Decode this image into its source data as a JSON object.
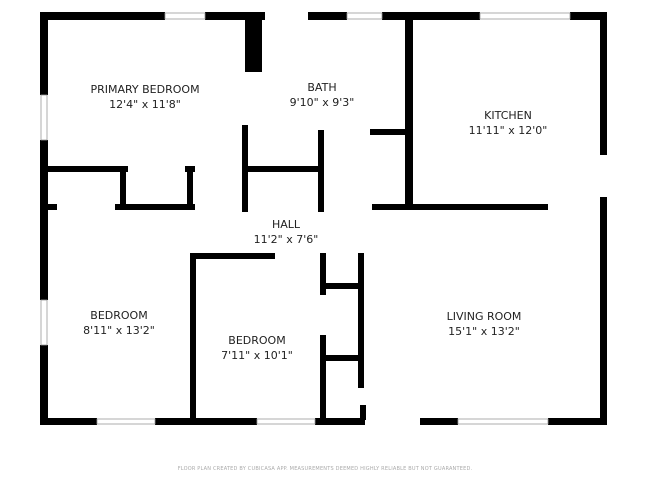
{
  "rooms": [
    {
      "name": "PRIMARY BEDROOM",
      "size": "12'4\" x 11'8\""
    },
    {
      "name": "BATH",
      "size": "9'10\" x 9'3\""
    },
    {
      "name": "KITCHEN",
      "size": "11'11\" x 12'0\""
    },
    {
      "name": "HALL",
      "size": "11'2\" x 7'6\""
    },
    {
      "name": "BEDROOM",
      "size": "8'11\" x 13'2\""
    },
    {
      "name": "BEDROOM",
      "size": "7'11\" x 10'1\""
    },
    {
      "name": "LIVING ROOM",
      "size": "15'1\" x 13'2\""
    }
  ],
  "footer": "FLOOR PLAN CREATED BY CUBICASA APP. MEASUREMENTS DEEMED HIGHLY RELIABLE BUT NOT GUARANTEED."
}
